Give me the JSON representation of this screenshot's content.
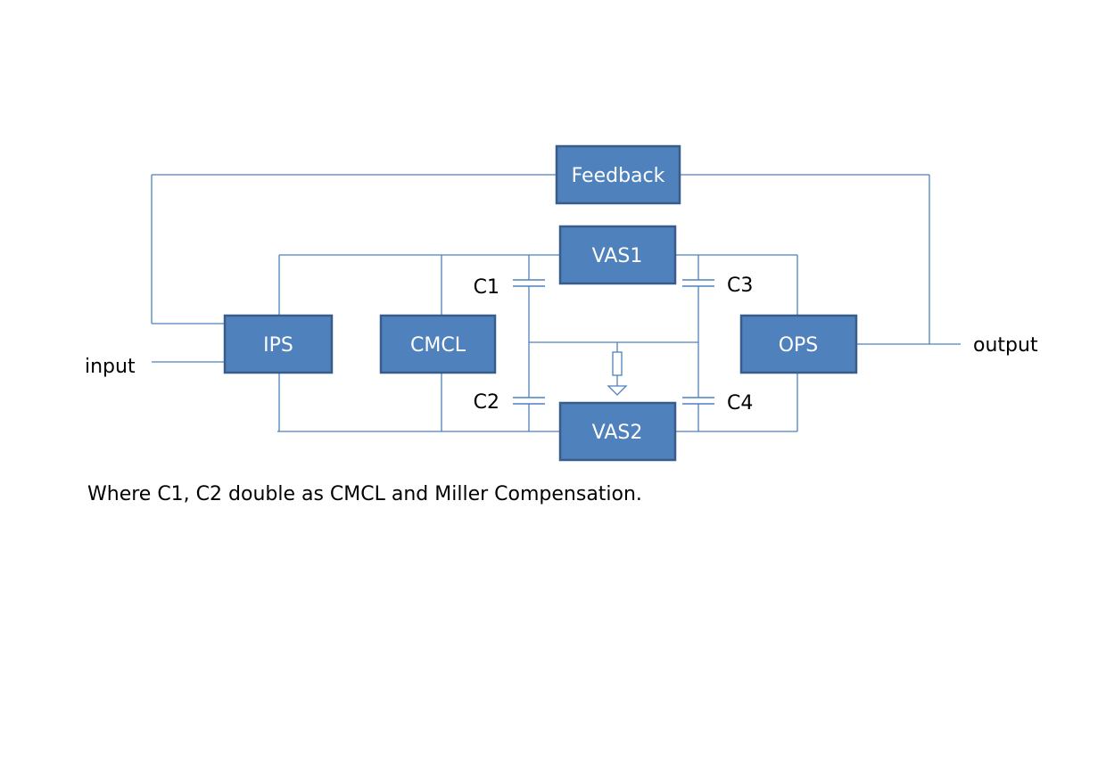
{
  "colors": {
    "block_fill": "#4f81bd",
    "block_border": "#385d8a",
    "wire": "#4f81bd",
    "block_text": "#ffffff",
    "label_text": "#000000"
  },
  "blocks": {
    "feedback": "Feedback",
    "vas1": "VAS1",
    "vas2": "VAS2",
    "ips": "IPS",
    "cmcl": "CMCL",
    "ops": "OPS"
  },
  "capacitors": {
    "c1": "C1",
    "c2": "C2",
    "c3": "C3",
    "c4": "C4"
  },
  "terminals": {
    "input": "input",
    "output": "output"
  },
  "icons": {
    "ground": "ground-symbol",
    "resistor": "resistor-symbol"
  },
  "caption": "Where C1, C2 double as CMCL and Miller Compensation."
}
